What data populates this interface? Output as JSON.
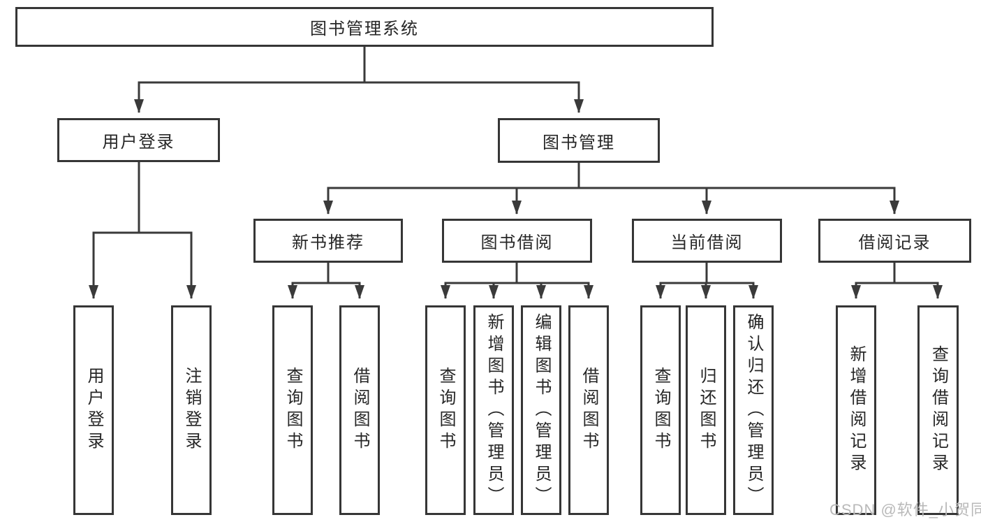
{
  "diagram": {
    "root": {
      "label": "图书管理系统"
    },
    "branches": [
      {
        "label": "用户登录",
        "children": [
          {
            "label": "用户登录"
          },
          {
            "label": "注销登录"
          }
        ]
      },
      {
        "label": "图书管理",
        "children": [
          {
            "label": "新书推荐",
            "children": [
              {
                "label": "查询图书"
              },
              {
                "label": "借阅图书"
              }
            ]
          },
          {
            "label": "图书借阅",
            "children": [
              {
                "label": "查询图书"
              },
              {
                "label": "新增图书（管理员）"
              },
              {
                "label": "编辑图书（管理员）"
              },
              {
                "label": "借阅图书"
              }
            ]
          },
          {
            "label": "当前借阅",
            "children": [
              {
                "label": "查询图书"
              },
              {
                "label": "归还图书"
              },
              {
                "label": "确认归还（管理员）"
              }
            ]
          },
          {
            "label": "借阅记录",
            "children": [
              {
                "label": "新增借阅记录"
              },
              {
                "label": "查询借阅记录"
              }
            ]
          }
        ]
      }
    ]
  },
  "watermark": {
    "text": "CSDN @软件_小贺同学"
  },
  "colors": {
    "background": "#ffffff",
    "line": "#3a3a3a",
    "box_border": "#363636",
    "text": "#262626",
    "watermark": "#b9b9b9"
  }
}
